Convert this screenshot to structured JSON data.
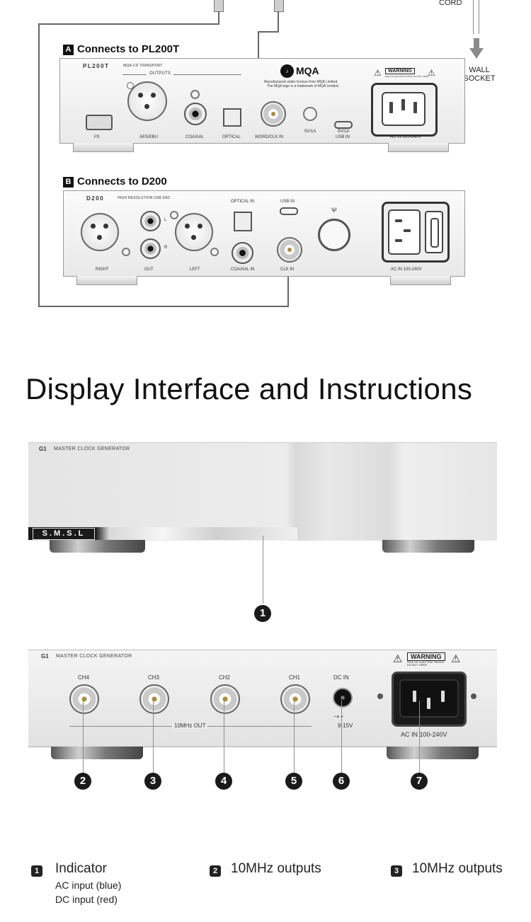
{
  "top_diagram": {
    "power_cord_label": "CORD",
    "wall_socket_label": [
      "WALL",
      "SOCKET"
    ],
    "section_a": {
      "letter": "A",
      "title": "Connects to PL200T"
    },
    "section_b": {
      "letter": "B",
      "title": "Connects to D200"
    },
    "pl200t": {
      "model": "PL200T",
      "subtitle": "MQA-CD TRANSPORT",
      "outputs_label": "OUTPUTS",
      "mqa_logo": "MQA",
      "mqa_notice": [
        "Manufactured under license from MQA Limited.",
        "The MQA logo is a trademark of MQA Limited."
      ],
      "ports": [
        "I²S",
        "AES/EBU",
        "COAXIAL",
        "OPTICAL",
        "WORD/CLK IN",
        "USB IN"
      ],
      "dc_label": "5V/1A",
      "usb_power": "5V/1A",
      "warning": "WARNING",
      "warning_sub": "RISK OF ELECTRIC SHOCK DO NOT OPEN",
      "ac_label": "AC IN 100-240V"
    },
    "d200": {
      "model": "D200",
      "subtitle": "HIGH RESOLUTION USB DAC",
      "ports": [
        "RIGHT",
        "OUT",
        "LEFT",
        "COAXIAL IN",
        "CLK IN"
      ],
      "optical_in": "OPTICAL IN",
      "usb_in": "USB IN",
      "channel_l": "L",
      "channel_r": "R",
      "ac_label": "AC IN 100-240V"
    }
  },
  "heading": "Display Interface and Instructions",
  "front_panel": {
    "model_badge": "G1",
    "model_text": "MASTER CLOCK GENERATOR",
    "brand": "S.M.S.L"
  },
  "rear_panel": {
    "model_badge": "G1",
    "model_text": "MASTER CLOCK GENERATOR",
    "channels": [
      "CH4",
      "CH3",
      "CH2",
      "CH1"
    ],
    "dc_in": "DC IN",
    "output_label": "10MHz OUT",
    "dc_voltage": "9-15V",
    "warning": "WARNING",
    "warning_sub": "RISK OF ELECTRIC SHOCK DO NOT OPEN",
    "ac_label": "AC IN 100-240V"
  },
  "callouts": [
    "1",
    "2",
    "3",
    "4",
    "5",
    "6",
    "7"
  ],
  "legend": [
    {
      "num": "1",
      "title": "Indicator",
      "lines": [
        "AC input (blue)",
        "DC input (red)"
      ]
    },
    {
      "num": "2",
      "title": "10MHz outputs",
      "lines": []
    },
    {
      "num": "3",
      "title": "10MHz outputs",
      "lines": []
    }
  ]
}
